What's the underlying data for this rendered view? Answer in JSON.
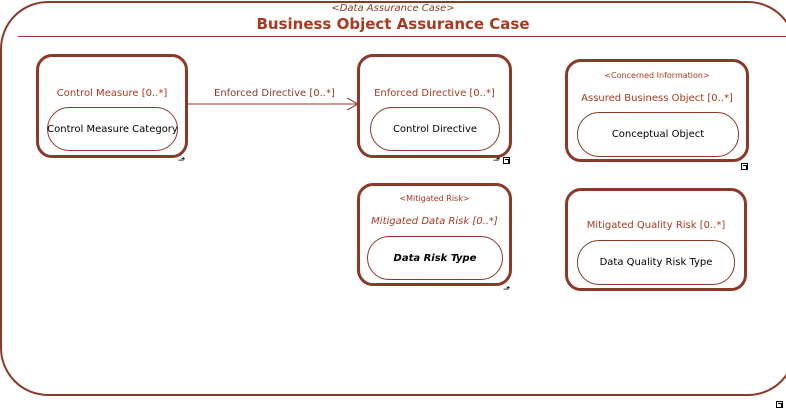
{
  "frame": {
    "stereotype": "<Data Assurance Case>",
    "title": "Business Object Assurance Case"
  },
  "boxes": {
    "control_measure": {
      "title": "Control Measure [0..*]",
      "inner": "Control Measure Category"
    },
    "enforced_directive": {
      "title": "Enforced Directive [0..*]",
      "inner": "Control Directive"
    },
    "assured_business_object": {
      "stereotype": "<Concerned Information>",
      "title": "Assured Business Object [0..*]",
      "inner": "Conceptual Object"
    },
    "mitigated_data_risk": {
      "stereotype": "<Mitigated Risk>",
      "title": "Mitigated Data Risk [0..*]",
      "inner": "Data Risk Type"
    },
    "mitigated_quality_risk": {
      "title": "Mitigated Quality Risk [0..*]",
      "inner": "Data Quality Risk Type"
    }
  },
  "connector": {
    "label": "Enforced Directive [0..*]"
  },
  "colors": {
    "border": "#8b3a2a",
    "title": "#a63a22"
  }
}
